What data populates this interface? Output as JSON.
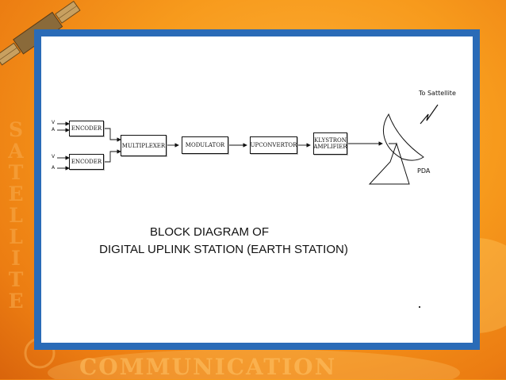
{
  "decor": {
    "vertical_word": "SATELLITE",
    "bottom_word": "COMMUNICATION"
  },
  "diagram": {
    "blocks": {
      "encoder_1": "ENCODER",
      "encoder_2": "ENCODER",
      "multiplexer": "MULTIPLEXER",
      "modulator": "MODULATOR",
      "upconvertor": "UPCONVERTOR",
      "klystron_line1": "KLYSTRON",
      "klystron_line2": "AMPLIFIER"
    },
    "inputs": {
      "enc1_v": "V",
      "enc1_a": "A",
      "enc2_v": "V",
      "enc2_a": "A"
    },
    "to_satellite": "To Sattellite",
    "antenna": "PDA"
  },
  "caption": {
    "line1": "BLOCK DIAGRAM OF",
    "line2": "DIGITAL UPLINK STATION (EARTH STATION)"
  },
  "colors": {
    "frame": "#2a6bb7",
    "background": "#f79a1c"
  }
}
